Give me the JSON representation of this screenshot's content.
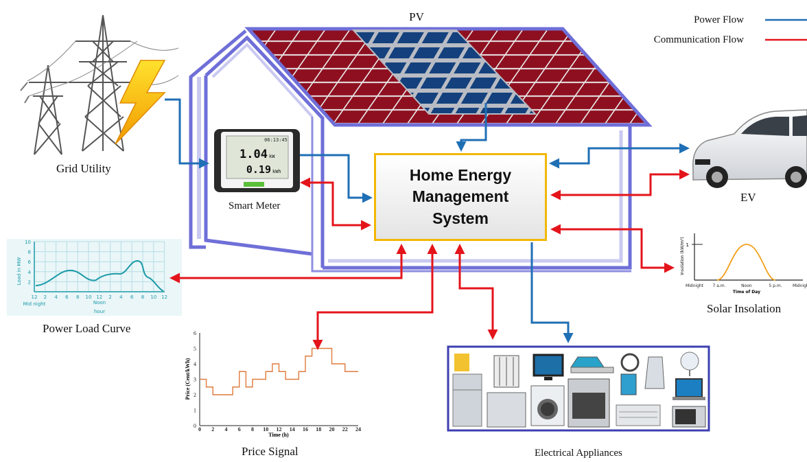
{
  "title": "PV",
  "legend": {
    "power_flow": "Power Flow",
    "communication_flow": "Communication Flow",
    "power_color": "#1f6fb5",
    "communication_color": "#e4141b"
  },
  "hems": {
    "line1": "Home Energy",
    "line2": "Management",
    "line3": "System"
  },
  "labels": {
    "grid_utility": "Grid Utility",
    "smart_meter": "Smart Meter",
    "ev": "EV",
    "power_load_curve": "Power Load Curve",
    "solar_insolation": "Solar Insolation",
    "price_signal": "Price Signal",
    "electrical_appliances": "Electrical Appliances"
  },
  "smart_meter_display": {
    "now": "1.04",
    "now_unit": "kW",
    "average": "0.19",
    "average_unit": "kWh",
    "time": "06:13:45"
  },
  "load_curve": {
    "ylabel": "Load in MW",
    "y_ticks": [
      "10",
      "8",
      "6",
      "4",
      "2"
    ],
    "x_ticks": [
      "12",
      "2",
      "4",
      "6",
      "8",
      "10",
      "12",
      "2",
      "4",
      "6",
      "8",
      "10",
      "12"
    ],
    "mid_label": "Noon",
    "left_label": "Mid night",
    "x_caption": "hour"
  },
  "insolation_chart": {
    "ylabel": "Insolation (kW/m²)",
    "y_tick": "1",
    "x_ticks": [
      "Midnight",
      "7 a.m.",
      "Noon",
      "5 p.m.",
      "Midnight"
    ],
    "xlabel": "Time of Day"
  },
  "price_chart": {
    "ylabel": "Price (Cent/kWh)",
    "xlabel": "Time (h)",
    "y_ticks": [
      "0",
      "1",
      "2",
      "3",
      "4",
      "5",
      "6"
    ],
    "x_ticks": [
      "0",
      "2",
      "4",
      "6",
      "8",
      "10",
      "12",
      "14",
      "16",
      "18",
      "20",
      "22",
      "24"
    ]
  },
  "chart_data": {
    "type": "line",
    "title": "",
    "xlabel": "Time (h)",
    "ylabel": "Price (Cent/kWh)",
    "xlim": [
      0,
      24
    ],
    "ylim": [
      0,
      6
    ],
    "x": [
      0,
      1,
      2,
      3,
      4,
      5,
      6,
      7,
      8,
      9,
      10,
      11,
      12,
      13,
      14,
      15,
      16,
      17,
      18,
      19,
      20,
      21,
      22,
      23
    ],
    "series": [
      {
        "values": [
          3,
          2.5,
          2,
          2,
          2,
          2.5,
          3.5,
          2.5,
          3,
          3,
          3.5,
          4,
          3.5,
          3,
          3,
          3.5,
          4.5,
          5,
          5,
          5,
          4,
          4,
          3.5,
          3.5
        ]
      }
    ]
  }
}
